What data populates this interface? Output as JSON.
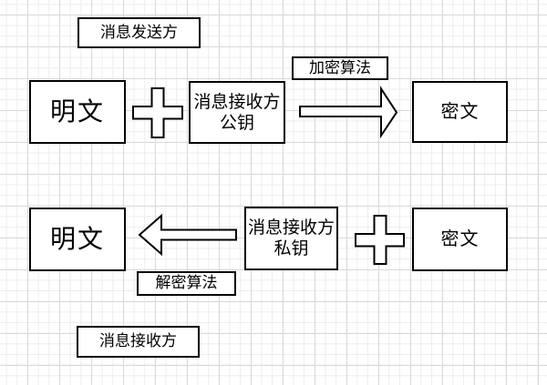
{
  "diagram": {
    "sender_label": "消息发送方",
    "receiver_label": "消息接收方",
    "encrypt_flow": {
      "plaintext_label": "明文",
      "key_box": {
        "line1": "消息接收方",
        "line2": "公钥"
      },
      "algorithm_label": "加密算法",
      "ciphertext_label": "密文"
    },
    "decrypt_flow": {
      "plaintext_label": "明文",
      "key_box": {
        "line1": "消息接收方",
        "line2": "私钥"
      },
      "algorithm_label": "解密算法",
      "ciphertext_label": "密文"
    },
    "icons": {
      "encrypt_combine": "plus-icon",
      "decrypt_combine": "plus-icon",
      "encrypt_direction": "arrow-right-icon",
      "decrypt_direction": "arrow-left-icon"
    },
    "colors": {
      "shape_border": "#000000",
      "shape_fill": "#ffffff",
      "text": "#000000",
      "grid_minor": "#ededed",
      "grid_major": "#d9d9d9",
      "background": "#ffffff"
    }
  }
}
